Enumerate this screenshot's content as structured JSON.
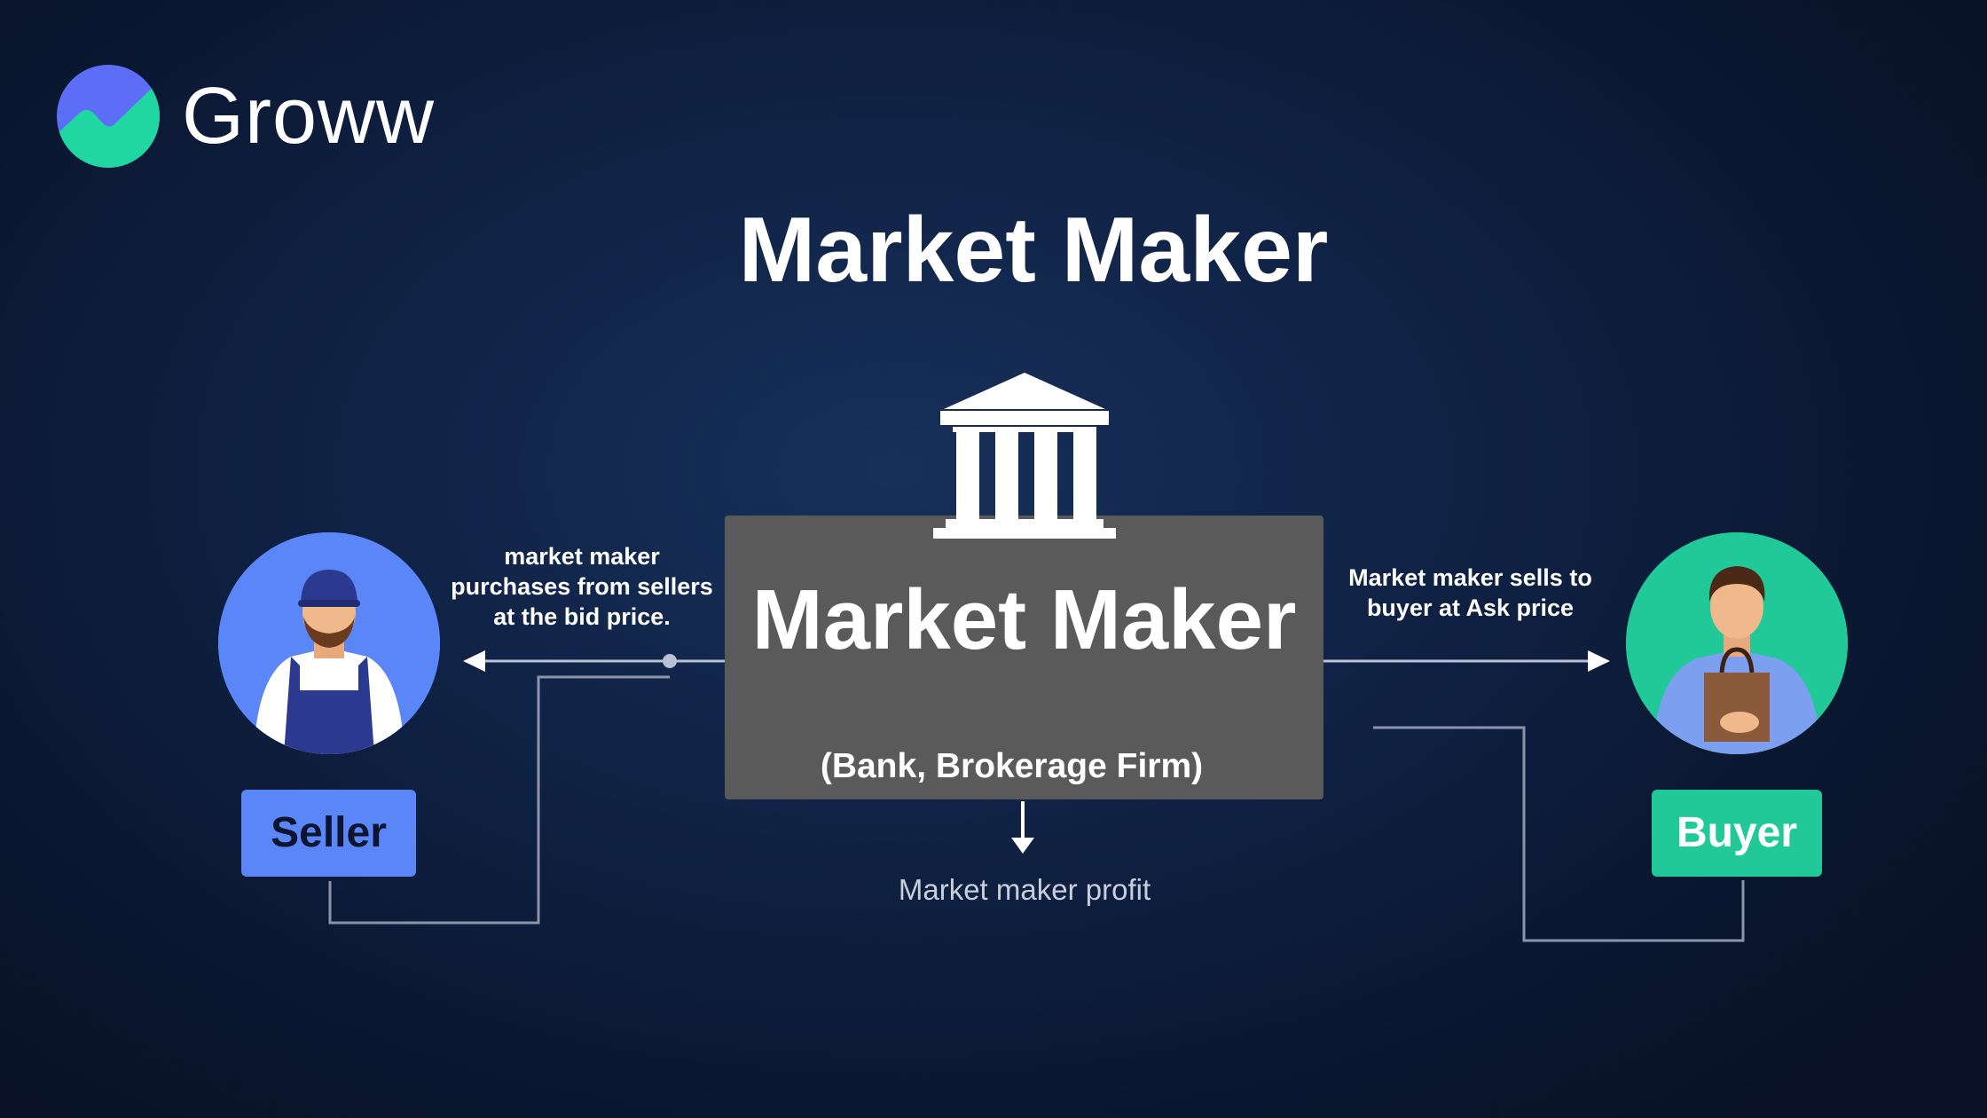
{
  "brand": {
    "name": "Groww",
    "logo_icon": "groww-logo-icon",
    "colors": {
      "logo_blue": "#5b6ef5",
      "logo_green": "#20d6a1"
    }
  },
  "title": "Market Maker",
  "center": {
    "title": "Market Maker",
    "subtitle": "(Bank, Brokerage Firm)",
    "icon": "bank-building-icon",
    "box_color": "#5a5a5a"
  },
  "seller": {
    "button_label": "Seller",
    "flow_label": "market maker purchases from sellers at the bid price.",
    "icon": "seller-person-icon",
    "color": "#5b86f7"
  },
  "buyer": {
    "button_label": "Buyer",
    "flow_label": "Market maker sells to buyer at Ask price",
    "icon": "buyer-person-icon",
    "color": "#20c997"
  },
  "profit_label": "Market maker profit"
}
